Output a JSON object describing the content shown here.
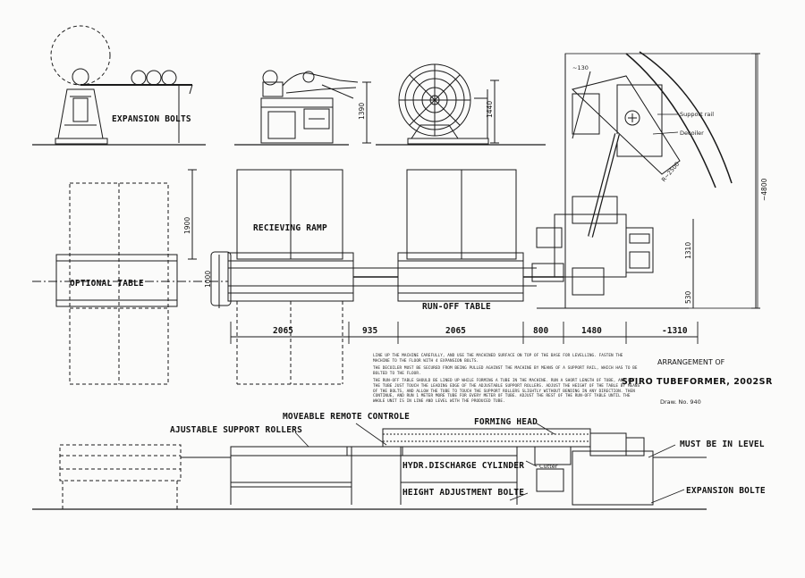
{
  "labels": {
    "expansion_bolts": "EXPANSION BOLTS",
    "recieving_ramp": "RECIEVING RAMP",
    "optional_table": "OPTIONAL TABLE",
    "run_off_table": "RUN-OFF TABLE",
    "support_rail": "Support rail",
    "decoiler": "Decoiler",
    "moveable_remote": "MOVEABLE REMOTE CONTROLE",
    "ajustable_rollers": "AJUSTABLE SUPPORT ROLLERS",
    "forming_head": "FORMING HEAD",
    "must_be_level": "MUST BE IN LEVEL",
    "hydr_cylinder": "HYDR.DISCHARGE CYLINDER",
    "cutter": "Cutter",
    "height_bolte": "HEIGHT ADJUSTMENT BOLTE",
    "expansion_bolte": "EXPANSION BOLTE"
  },
  "dimensions": {
    "d2065a": "2065",
    "d935": "935",
    "d2065b": "2065",
    "d800": "800",
    "d1480": "1480",
    "d1310": "-1310",
    "h1900": "1900",
    "h1000": "1000",
    "h1390": "1390",
    "h1440": "1440",
    "h130": "~130",
    "h4800": "~4800",
    "h1310": "1310",
    "h530": "530",
    "r2500": "R~2500"
  },
  "title_block": {
    "arrangement": "ARRANGEMENT OF",
    "name": "SPIRO TUBEFORMER, 2002SR",
    "drawing_no": "Draw. No. 940"
  },
  "notes": [
    "LINE UP THE MACHINE CAREFULLY, AND USE THE MACHINED SURFACE ON TOP OF THE BASE FOR LEVELLING. FASTEN THE MACHINE TO THE FLOOR WITH 4 EXPANSION BOLTS.",
    "THE DECOILER MUST BE SECURED FROM BEING PULLED AGAINST THE MACHINE BY MEANS OF A SUPPORT RAIL, WHICH HAS TO BE BOLTED TO THE FLOOR.",
    "THE RUN-OFF TABLE SHOULD BE LINED UP WHILE FORMING A TUBE IN THE MACHINE. RUN A SHORT LENGTH OF TUBE, AND LET THE TUBE JUST TOUCH THE LEADING EDGE OF THE ADJUSTABLE SUPPORT ROLLERS. ADJUST THE HEIGHT OF THE TABLE BY MEANS OF THE BOLTS, AND ALLOW THE TUBE TO TOUCH THE SUPPORT ROLLERS SLIGHTLY WITHOUT BENDING IN ANY DIRECTION. THEN CONTINUE, AND RUN 1 METER MORE TUBE FOR EVERY METER OF TUBE. ADJUST THE REST OF THE RUN-OFF TABLE UNTIL THE WHOLE UNIT IS IN LINE AND LEVEL WITH THE PRODUCED TUBE."
  ]
}
